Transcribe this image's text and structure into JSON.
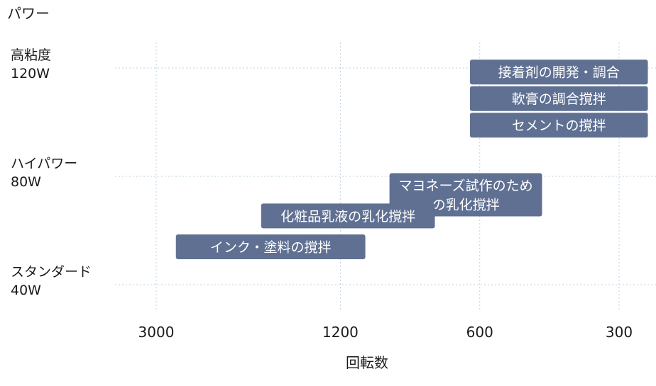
{
  "chart_data": {
    "type": "bar",
    "orientation": "horizontal-range",
    "title": "",
    "ylabel": "パワー",
    "xlabel": "回転数",
    "x_scale": "log",
    "x_reversed": true,
    "x_ticks": [
      {
        "value": 3000,
        "label": "3000"
      },
      {
        "value": 1200,
        "label": "1200"
      },
      {
        "value": 600,
        "label": "600"
      },
      {
        "value": 300,
        "label": "300"
      }
    ],
    "y_unit": "W",
    "y_ticks": [
      {
        "value": 120,
        "label_lines": [
          "高粘度",
          "120W"
        ]
      },
      {
        "value": 80,
        "label_lines": [
          "ハイパワー",
          "80W"
        ]
      },
      {
        "value": 40,
        "label_lines": [
          "スタンダード",
          "40W"
        ]
      }
    ],
    "grid": true,
    "bar_color": "#5f7092",
    "label_color": "#ffffff",
    "grid_color": "#bfd3e2",
    "series": [
      {
        "label_lines": [
          "接着剤の開発・調合"
        ],
        "x_range": [
          260,
          630
        ],
        "y_center": 118.5
      },
      {
        "label_lines": [
          "軟膏の調合撹拌"
        ],
        "x_range": [
          260,
          630
        ],
        "y_center": 108.7
      },
      {
        "label_lines": [
          "セメントの撹拌"
        ],
        "x_range": [
          260,
          630
        ],
        "y_center": 98.9
      },
      {
        "label_lines": [
          "マヨネーズ試作のため",
          "の乳化撹拌"
        ],
        "x_range": [
          440,
          940
        ],
        "y_center": 73.2
      },
      {
        "label_lines": [
          "化粧品乳液の乳化撹拌"
        ],
        "x_range": [
          750,
          1780
        ],
        "y_center": 65.4
      },
      {
        "label_lines": [
          "インク・塗料の撹拌"
        ],
        "x_range": [
          1060,
          2720
        ],
        "y_center": 54.0
      }
    ]
  }
}
